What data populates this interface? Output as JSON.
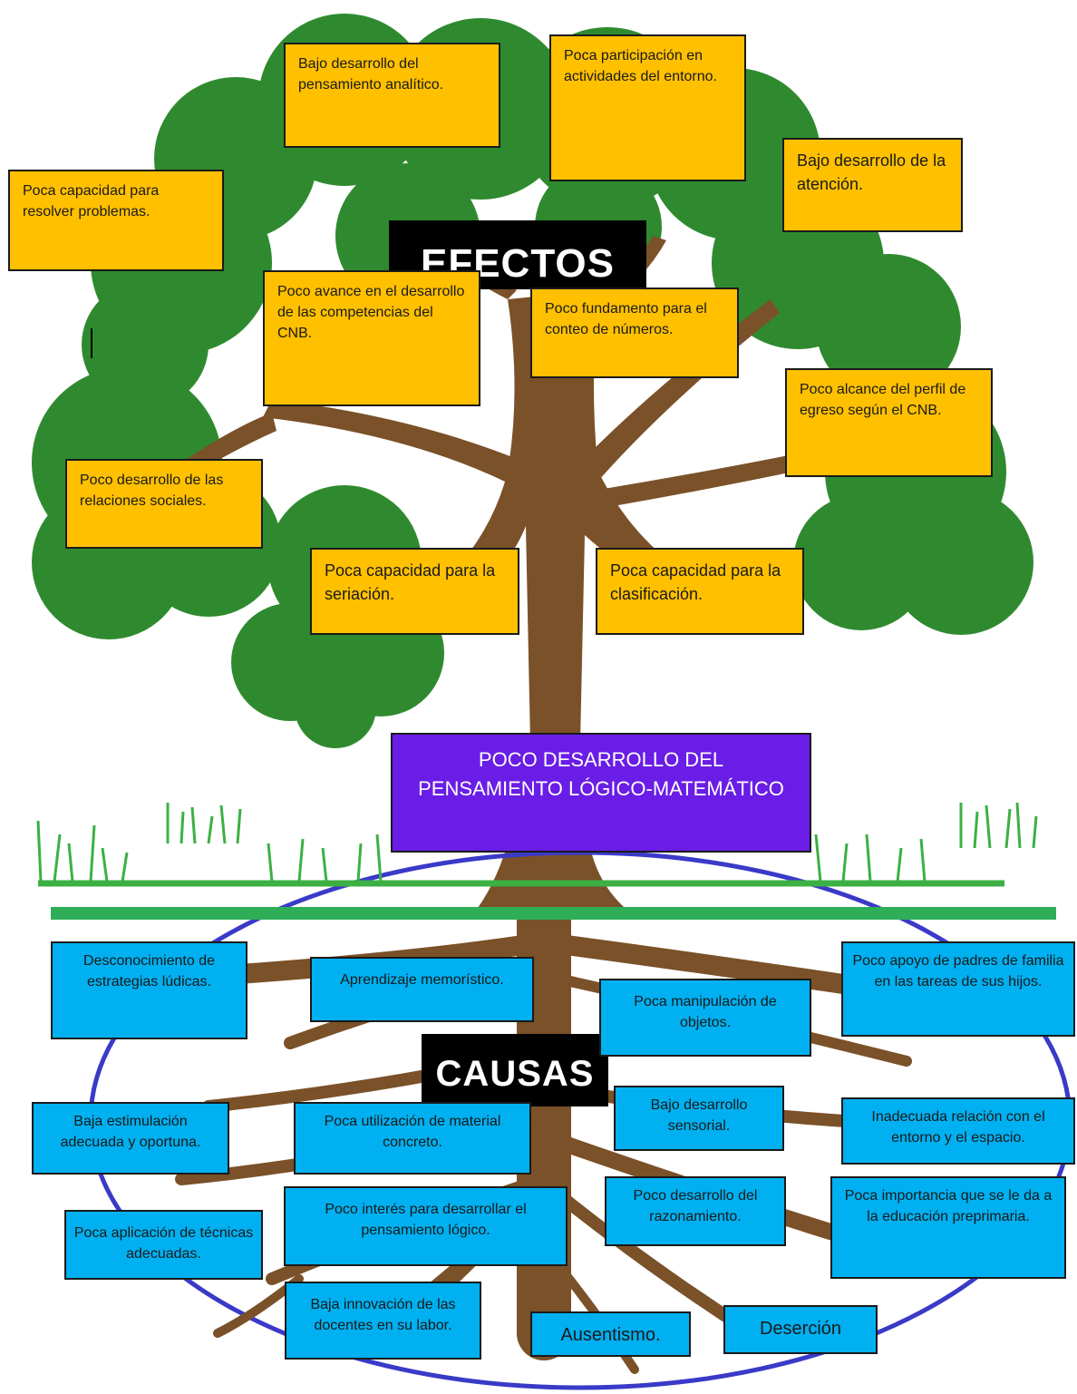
{
  "labels": {
    "effects": "EFECTOS",
    "causes": "CAUSAS"
  },
  "core_problem": {
    "line1": "POCO DESARROLLO DEL",
    "line2": "PENSAMIENTO  LÓGICO-MATEMÁTICO"
  },
  "effects": [
    "Bajo desarrollo del pensamiento analítico.",
    "Poca participación  en actividades del entorno.",
    "Poca capacidad para resolver problemas.",
    "Bajo desarrollo de la atención.",
    "Poco avance en el desarrollo de las competencias del CNB.",
    "Poco fundamento para el conteo  de números.",
    "Poco alcance del perfil de egreso según el CNB.",
    "Poco desarrollo de las relaciones sociales.",
    "Poca capacidad para la seriación.",
    "Poca capacidad para la clasificación."
  ],
  "causes": [
    "Desconocimiento  de estrategias lúdicas.",
    "Aprendizaje memorístico.",
    "Poca manipulación  de objetos.",
    "Poco apoyo de padres de familia en las tareas de sus hijos.",
    "Baja estimulación adecuada y oportuna.",
    "Poca utilización  de material concreto.",
    "Bajo desarrollo sensorial.",
    "Inadecuada relación con el entorno y el espacio.",
    "Poca aplicación  de técnicas adecuadas.",
    "Poco interés para desarrollar el pensamiento lógico.",
    "Poco desarrollo del razonamiento.",
    "Poca importancia que se le da a la educación preprimaria.",
    "Baja innovación  de las docentes en su labor.",
    "Ausentismo.",
    "Deserción"
  ],
  "colors": {
    "effect_box": "#ffc000",
    "cause_box": "#00b0f0",
    "core_box": "#6a1de6",
    "foliage": "#2f8a2f",
    "trunk": "#7a5128",
    "grass": "#3cb043",
    "root_ellipse": "#3a3ac8"
  }
}
